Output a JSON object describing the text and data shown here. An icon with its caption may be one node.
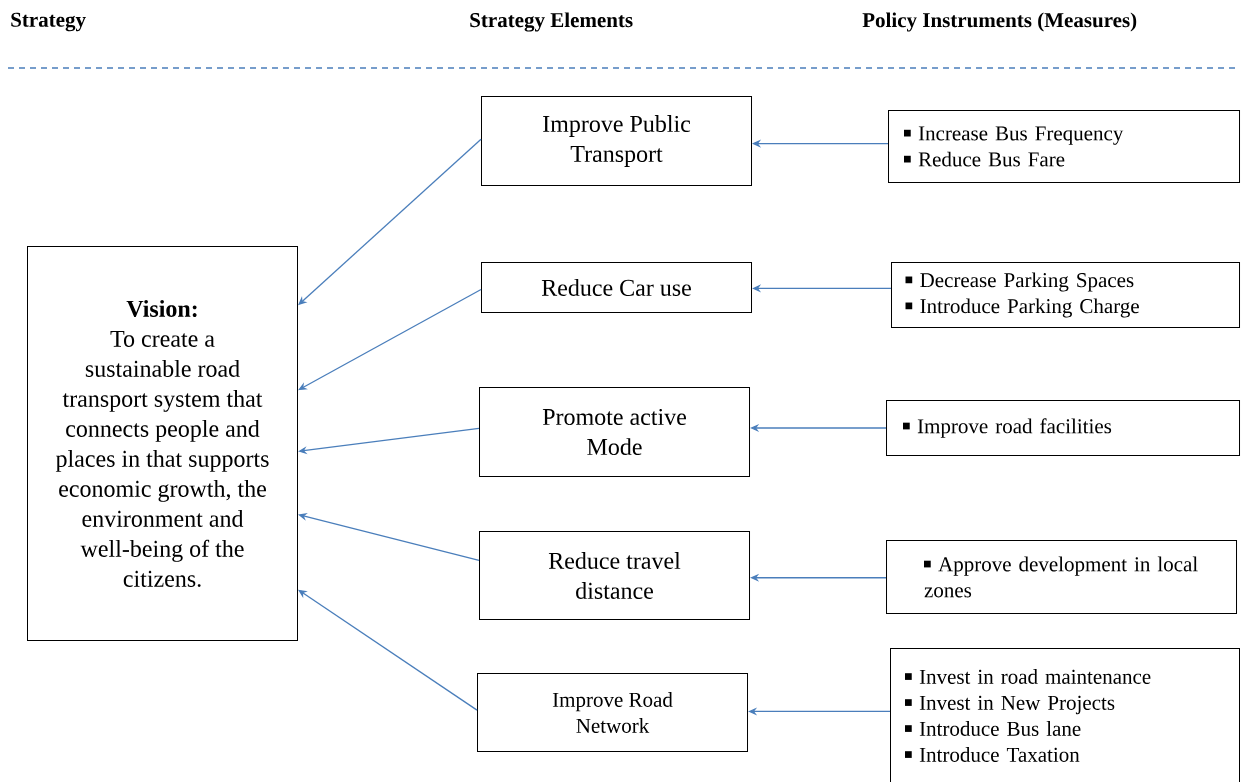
{
  "diagram": {
    "nodes": [
      {
        "text": [
          "Vision:",
          "To create a sustainable road transport system that connects people and places in that supports economic growth, the environment and well-being of the citizens."
        ]
      },
      {
        "text": [
          "Improve Public Transport"
        ]
      },
      {
        "text": [
          "Reduce Car use"
        ]
      },
      {
        "text": [
          "Promote active Mode"
        ]
      },
      {
        "text": [
          "Reduce travel distance"
        ]
      },
      {
        "text": [
          "Improve Road Network"
        ]
      },
      {
        "text": [
          "Increase Bus Frequency",
          "Reduce Bus Fare"
        ]
      },
      {
        "text": [
          "Decrease Parking Spaces",
          "Introduce Parking Charge"
        ]
      },
      {
        "text": [
          "Improve road facilities"
        ]
      },
      {
        "text": [
          "Approve development in local zones"
        ]
      },
      {
        "text": [
          "Invest in road maintenance",
          "Invest in New Projects",
          "Introduce Bus lane",
          "Introduce Taxation"
        ]
      }
    ],
    "edges": [
      {
        "from": 1,
        "to": 0,
        "arrow": "to"
      },
      {
        "from": 2,
        "to": 0,
        "arrow": "to"
      },
      {
        "from": 3,
        "to": 0,
        "arrow": "to"
      },
      {
        "from": 4,
        "to": 0,
        "arrow": "to"
      },
      {
        "from": 5,
        "to": 0,
        "arrow": "to"
      },
      {
        "from": 6,
        "to": 1,
        "arrow": "to"
      },
      {
        "from": 7,
        "to": 2,
        "arrow": "to"
      },
      {
        "from": 8,
        "to": 3,
        "arrow": "to"
      },
      {
        "from": 9,
        "to": 4,
        "arrow": "to"
      },
      {
        "from": 10,
        "to": 5,
        "arrow": "to"
      }
    ],
    "labels": [
      "Strategy",
      "Strategy Elements",
      "Policy Instruments (Measures)"
    ]
  }
}
